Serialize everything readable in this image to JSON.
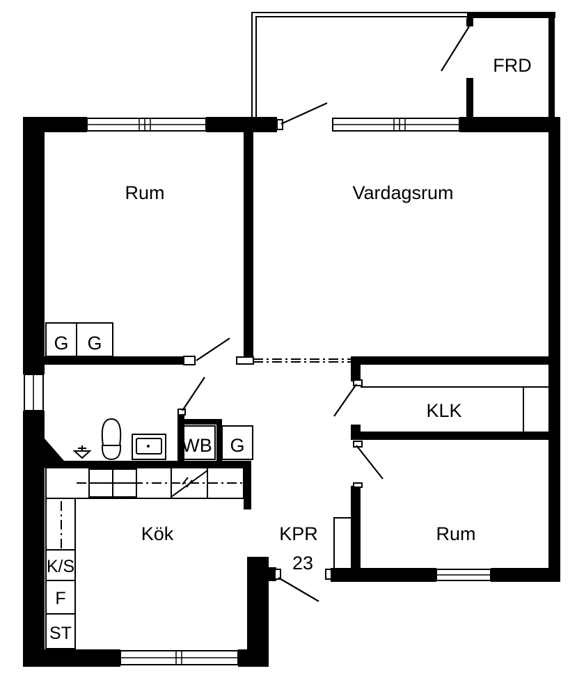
{
  "rooms": {
    "rum_top": "Rum",
    "vardagsrum": "Vardagsrum",
    "frd": "FRD",
    "klk": "KLK",
    "rum_bottom": "Rum",
    "kok": "Kök",
    "kpr": "KPR",
    "kpr_number": "23"
  },
  "fixtures": {
    "g1": "G",
    "g2": "G",
    "wb": "WB",
    "g3": "G",
    "ks": "K/S",
    "f": "F",
    "st": "ST"
  }
}
